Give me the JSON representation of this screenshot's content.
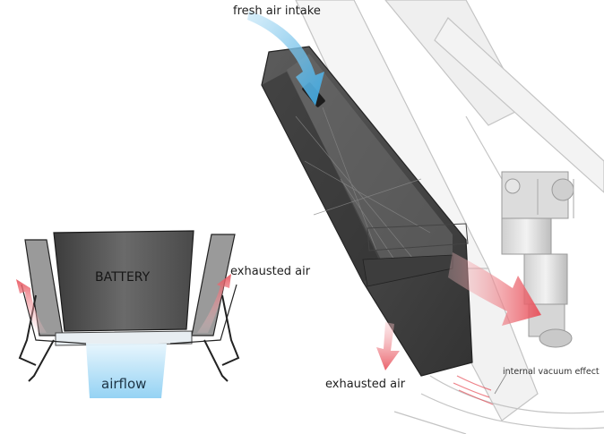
{
  "labels": {
    "fresh_air_intake": "fresh air intake",
    "exhausted_air_left": "exhausted air",
    "exhausted_air_bottom": "exhausted air",
    "internal_vacuum_effect": "internal vacuum effect",
    "battery": "BATTERY",
    "airflow": "airflow"
  },
  "colors": {
    "intake_arrow": "#3aa6e0",
    "airflow_fill": "#8fd0f3",
    "exhaust_arrow": "#e8505a",
    "battery_body": "#555555",
    "frame_line": "#bdbdbd"
  }
}
